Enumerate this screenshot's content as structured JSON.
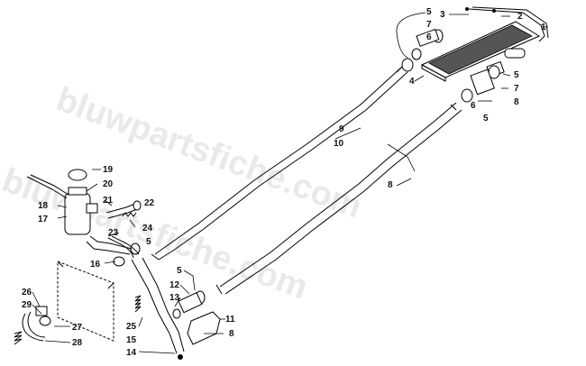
{
  "watermark": {
    "text_upper": "bluwpartsfiche.com",
    "text_lower": "bluwpartsfiche.com"
  },
  "callouts": {
    "c1": "1",
    "c2": "2",
    "c3": "3",
    "c4": "4",
    "c5a": "5",
    "c6a": "6",
    "c7a": "7",
    "c5b": "5",
    "c7b": "7",
    "c6b": "6",
    "c5c": "5",
    "c8a": "8",
    "c9": "9",
    "c10": "10",
    "c8b": "8",
    "c19": "19",
    "c20": "20",
    "c18": "18",
    "c21": "21",
    "c22": "22",
    "c17": "17",
    "c24": "24",
    "c23": "23",
    "c5d": "5",
    "c16": "16",
    "c5e": "5",
    "c12": "12",
    "c13": "13",
    "c11": "11",
    "c8c": "8",
    "c25": "25",
    "c15": "15",
    "c14": "14",
    "c26": "26",
    "c29": "29",
    "c27": "27",
    "c28": "28"
  }
}
